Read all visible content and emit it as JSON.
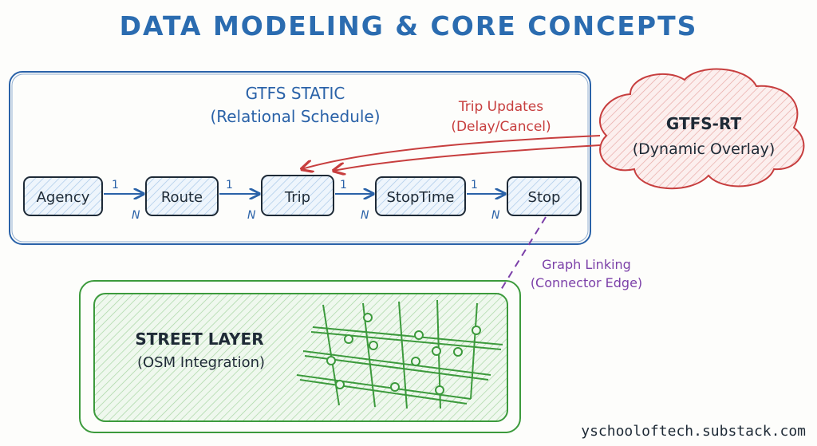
{
  "title": "DATA MODELING & CORE CONCEPTS",
  "static_panel": {
    "title": "GTFS STATIC",
    "subtitle": "(Relational Schedule)"
  },
  "entities": [
    {
      "id": "agency",
      "label": "Agency"
    },
    {
      "id": "route",
      "label": "Route"
    },
    {
      "id": "trip",
      "label": "Trip"
    },
    {
      "id": "stoptime",
      "label": "StopTime"
    },
    {
      "id": "stop",
      "label": "Stop"
    }
  ],
  "relations": [
    {
      "from": "agency",
      "to": "route",
      "one": "1",
      "many": "N"
    },
    {
      "from": "route",
      "to": "trip",
      "one": "1",
      "many": "N"
    },
    {
      "from": "trip",
      "to": "stoptime",
      "one": "1",
      "many": "N"
    },
    {
      "from": "stoptime",
      "to": "stop",
      "one": "1",
      "many": "N"
    }
  ],
  "realtime": {
    "title": "GTFS-RT",
    "subtitle": "(Dynamic Overlay)",
    "updates_label": "Trip Updates",
    "updates_sub": "(Delay/Cancel)"
  },
  "link": {
    "label": "Graph Linking",
    "sub": "(Connector Edge)"
  },
  "street_layer": {
    "title": "STREET LAYER",
    "subtitle": "(OSM Integration)"
  },
  "footer": "yschooloftech.substack.com",
  "colors": {
    "title": "#2b6cb0",
    "static": "#2a62a8",
    "realtime": "#c73e3e",
    "link": "#7b3fa8",
    "street": "#3c9a3c",
    "text": "#1e2a36",
    "box_fill": "#e3eef9"
  }
}
